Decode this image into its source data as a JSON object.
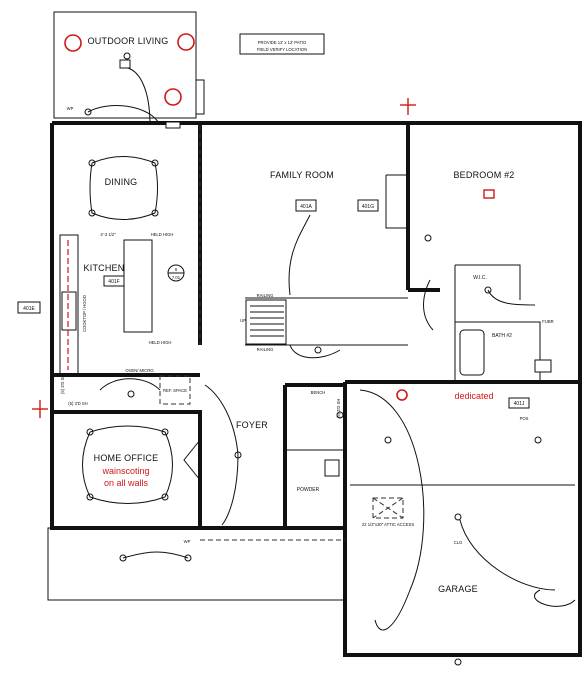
{
  "colors": {
    "wall": "#111111",
    "line": "#222222",
    "accent_red": "#d01818",
    "background": "#ffffff"
  },
  "rooms": {
    "outdoor_living": "OUTDOOR LIVING",
    "dining": "DINING",
    "family_room": "FAMILY ROOM",
    "bedroom2": "BEDROOM #2",
    "kitchen": "KITCHEN",
    "foyer": "FOYER",
    "home_office": "HOME OFFICE",
    "garage": "GARAGE",
    "wic": "W.I.C.",
    "bath2": "BATH #2",
    "powder": "POWDER",
    "bench": "BENCH"
  },
  "notes": {
    "patio_line1": "PROVIDE 12' x 12' PATIO",
    "patio_line2": "FIELD VERIFY LOCATION",
    "wainscoting_line1": "wainscoting",
    "wainscoting_line2": "on all walls",
    "dedicated": "dedicated",
    "kitchen_dim": "4'-3 1/2\"",
    "held_high_top": "HELD HIGH",
    "held_high_bottom": "HELD HIGH",
    "cooktop_hood": "COOKTOP / HOOD",
    "oven_micro": "OVEN/ MICRO.",
    "ref_space": "REF. SPACE",
    "railing_top": "RAILING",
    "railing_bottom": "RAILING",
    "up": "UP",
    "attic_access": "22 1/2\"x30\" ATTIC ACCESS",
    "clg": "CLG",
    "pos": "POS",
    "fubr": "FUBR",
    "shelves_a": "(5) 3'D SH",
    "shelves_b": "(5) 3'D SH",
    "shelves_c": "(5) 3'D SH",
    "wp_left": "WP",
    "wp_bottom": "WP"
  },
  "tags": {
    "t401a": "401A",
    "t401g": "401G",
    "t401e": "401E",
    "t401f": "401F",
    "t401j": "401J",
    "t6": "6",
    "t7": "7.01"
  },
  "icons": [
    "smoke-detector-icon",
    "ceiling-light-icon",
    "recessed-light-icon",
    "outlet-icon",
    "junction-box-icon"
  ]
}
